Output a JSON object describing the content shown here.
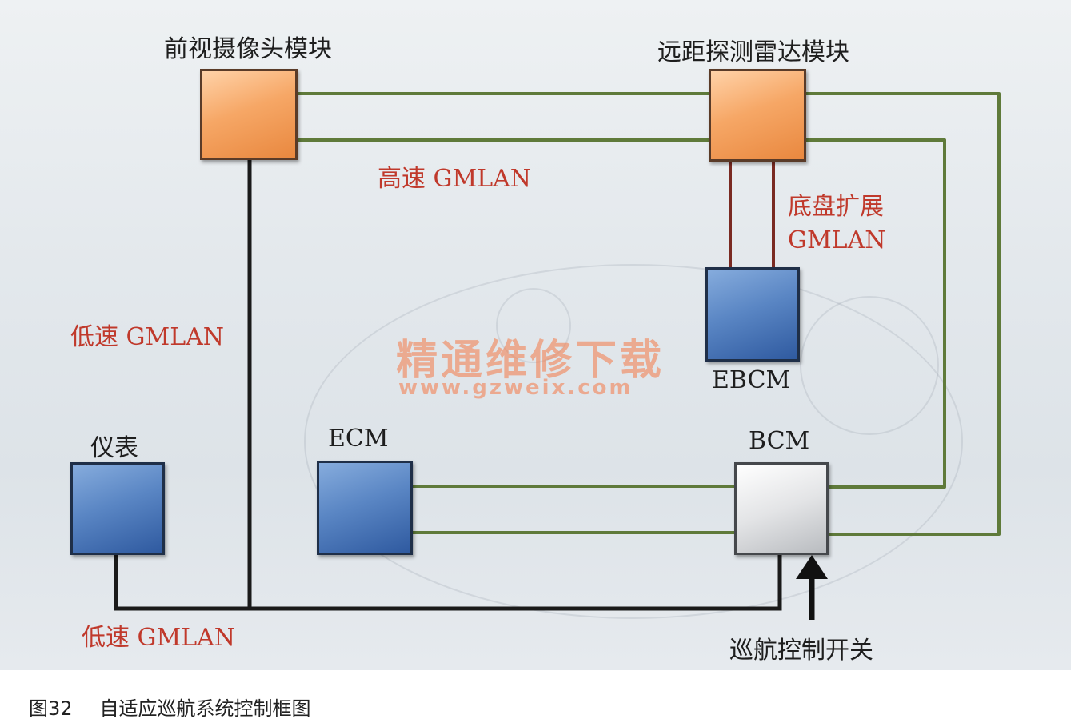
{
  "modules": {
    "front_camera": "前视摄像头模块",
    "long_range_radar": "远距探测雷达模块",
    "ebcm": "EBCM",
    "instrument_cluster": "仪表",
    "ecm": "ECM",
    "bcm": "BCM"
  },
  "bus_labels": {
    "high_speed": "高速 GMLAN",
    "chassis_line1": "底盘扩展",
    "chassis_line2": "GMLAN",
    "low_speed_left": "低速 GMLAN",
    "low_speed_bottom": "低速 GMLAN"
  },
  "cruise_switch": "巡航控制开关",
  "watermark": {
    "cn": "精通维修下载",
    "url": "www.gzweix.com"
  },
  "caption": {
    "figure": "图32",
    "title": "自适应巡航系统控制框图"
  },
  "colors": {
    "high_speed_line": "#5f7a3a",
    "chassis_line": "#7a2a22",
    "low_speed_line": "#1a1a1a",
    "label_red": "#c0392b"
  }
}
